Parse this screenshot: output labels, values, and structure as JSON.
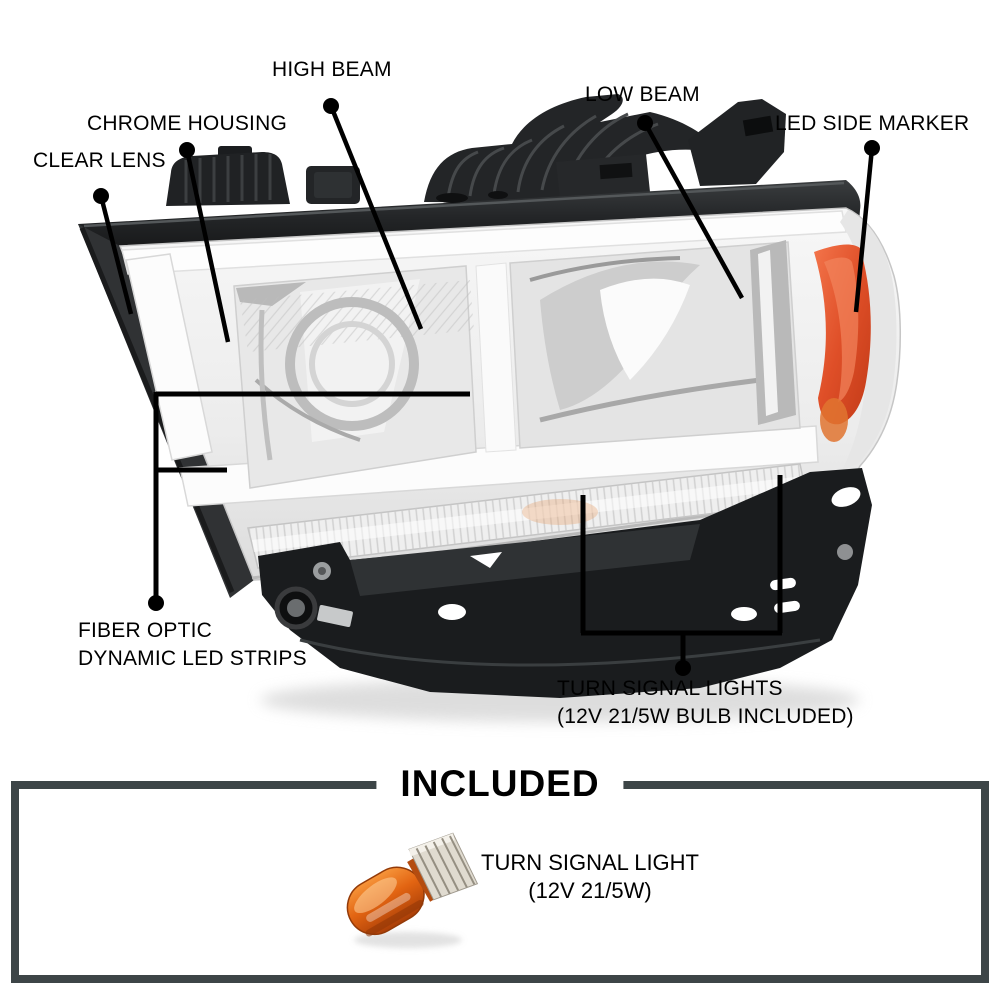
{
  "product": "headlight assembly annotated diagram",
  "annotations": {
    "clear_lens": "CLEAR LENS",
    "chrome_housing": "CHROME HOUSING",
    "high_beam": "HIGH BEAM",
    "low_beam": "LOW BEAM",
    "led_side_marker": "LED SIDE MARKER",
    "fiber_optic": {
      "line1": "FIBER OPTIC",
      "line2": "DYNAMIC LED STRIPS"
    },
    "turn_signal": {
      "line1": "TURN SIGNAL LIGHTS",
      "line2": "(12V 21/5W BULB INCLUDED)"
    }
  },
  "included_section": {
    "title": "INCLUDED",
    "items": [
      {
        "icon": "amber-wedge-bulb-icon",
        "line1": "TURN SIGNAL LIGHT",
        "line2": "(12V 21/5W)"
      }
    ]
  },
  "colors": {
    "background": "#ffffff",
    "label_text": "#000000",
    "leader_lines": "#000000",
    "included_border": "#3d4547",
    "amber_side_marker": "#df4f28",
    "bulb_amber": "#e06614",
    "housing_black": "#1b1d1f",
    "lens_silver": "#ededed"
  }
}
